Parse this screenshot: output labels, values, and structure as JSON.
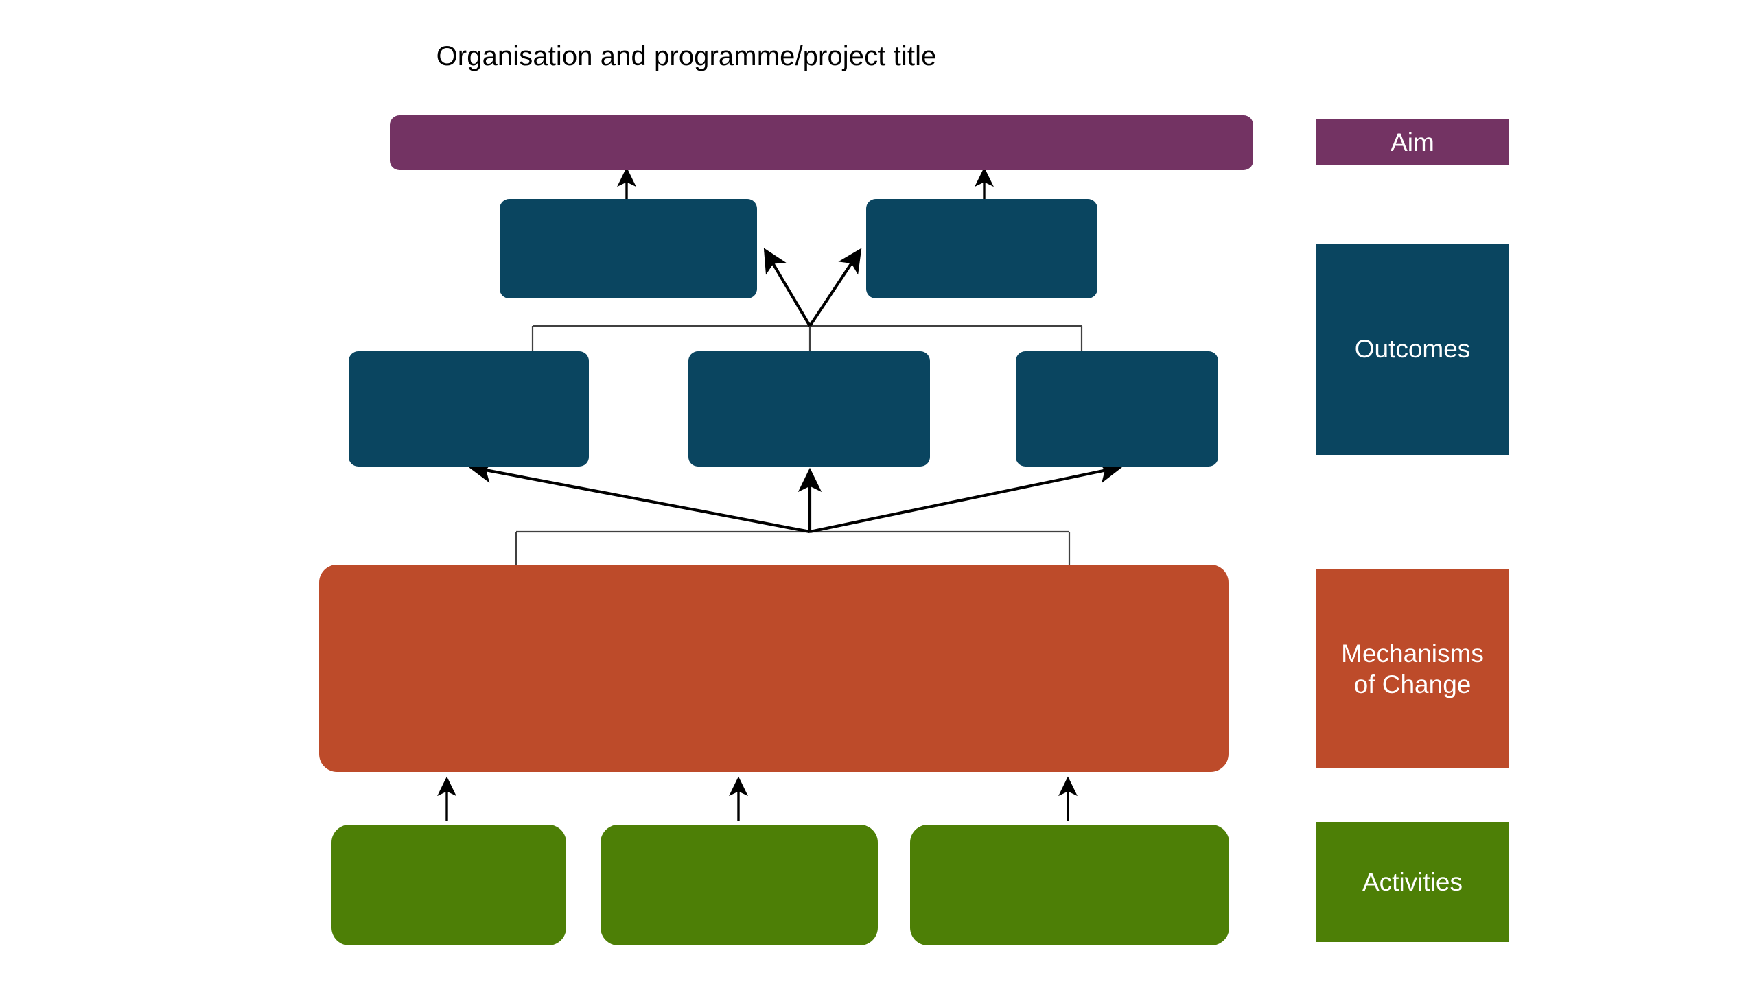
{
  "page": {
    "title": "Organisation and programme/project title",
    "background": "#ffffff"
  },
  "colors": {
    "aim": "#733363",
    "outcomes": "#0a4560",
    "mechanisms": "#bd4b2a",
    "activities": "#4d7f06",
    "connector": "#000000",
    "bracket": "#404040",
    "title_text": "#000000",
    "legend_text": "#ffffff"
  },
  "legend": {
    "items": [
      {
        "key": "aim",
        "label": "Aim",
        "color": "#733363"
      },
      {
        "key": "outcomes",
        "label": "Outcomes",
        "color": "#0a4560"
      },
      {
        "key": "mechanisms",
        "label": "Mechanisms\nof Change",
        "color": "#bd4b2a"
      },
      {
        "key": "activities",
        "label": "Activities",
        "color": "#4d7f06"
      }
    ]
  },
  "diagram": {
    "aim_bar": {
      "label": "",
      "color": "#733363"
    },
    "outcomes_upper": [
      {
        "label": "",
        "color": "#0a4560"
      },
      {
        "label": "",
        "color": "#0a4560"
      }
    ],
    "outcomes_lower": [
      {
        "label": "",
        "color": "#0a4560"
      },
      {
        "label": "",
        "color": "#0a4560"
      },
      {
        "label": "",
        "color": "#0a4560"
      }
    ],
    "mechanisms_bar": {
      "label": "",
      "color": "#bd4b2a"
    },
    "activities": [
      {
        "label": "",
        "color": "#4d7f06"
      },
      {
        "label": "",
        "color": "#4d7f06"
      },
      {
        "label": "",
        "color": "#4d7f06"
      }
    ]
  }
}
